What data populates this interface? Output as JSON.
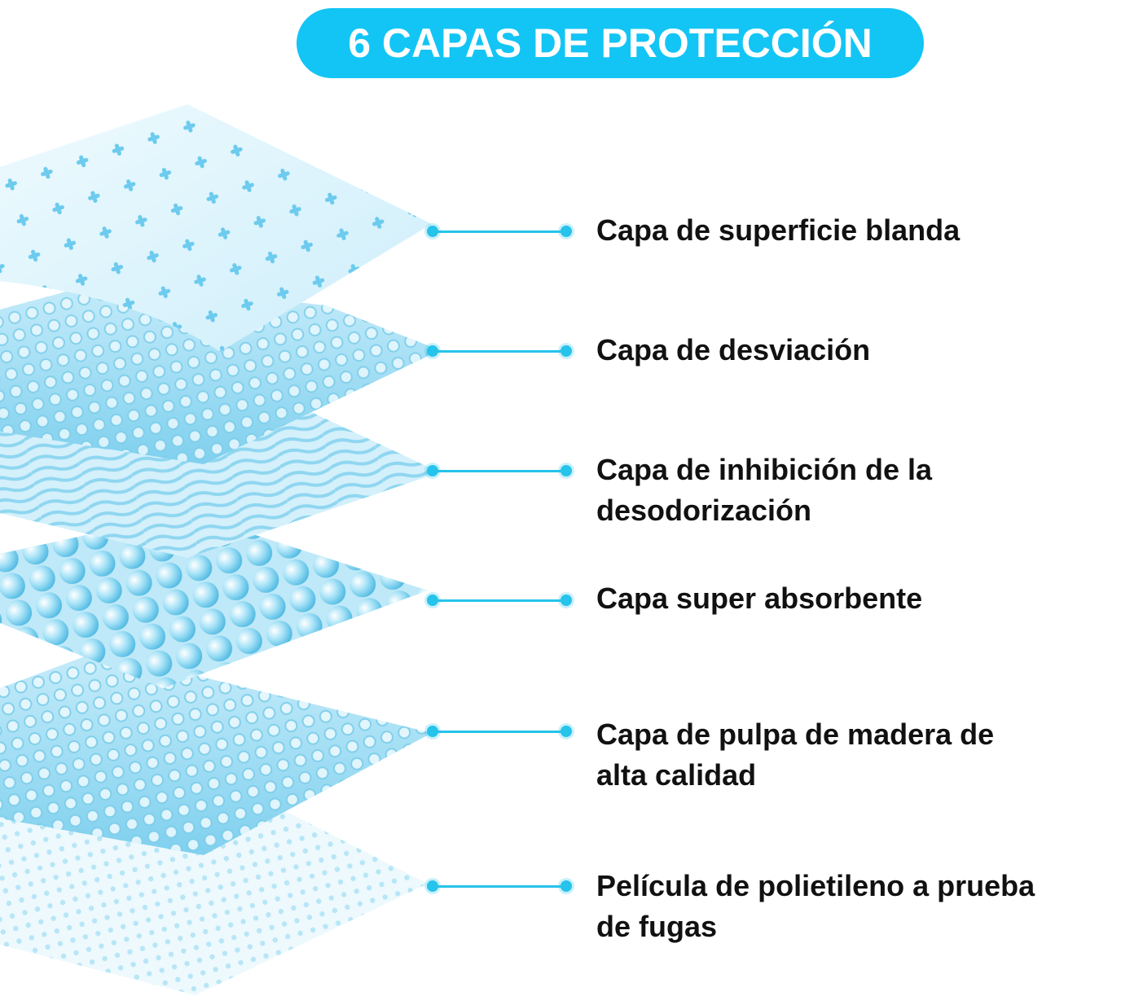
{
  "title": "6 CAPAS DE PROTECCIÓN",
  "colors": {
    "accent": "#13c5f5",
    "connector": "#26c3ea",
    "label_text": "#111111",
    "layer_light": "#dcf3fb",
    "layer_mid": "#a9e1f5",
    "layer_dark": "#5cc2e6"
  },
  "layers": [
    {
      "label_line1": "Capa de superficie blanda",
      "label_line2": ""
    },
    {
      "label_line1": "Capa de desviación",
      "label_line2": ""
    },
    {
      "label_line1": "Capa de inhibición de la",
      "label_line2": "desodorización"
    },
    {
      "label_line1": "Capa super absorbente",
      "label_line2": ""
    },
    {
      "label_line1": "Capa de pulpa de madera de",
      "label_line2": "alta calidad"
    },
    {
      "label_line1": "Película de polietileno a prueba",
      "label_line2": "de fugas"
    }
  ]
}
